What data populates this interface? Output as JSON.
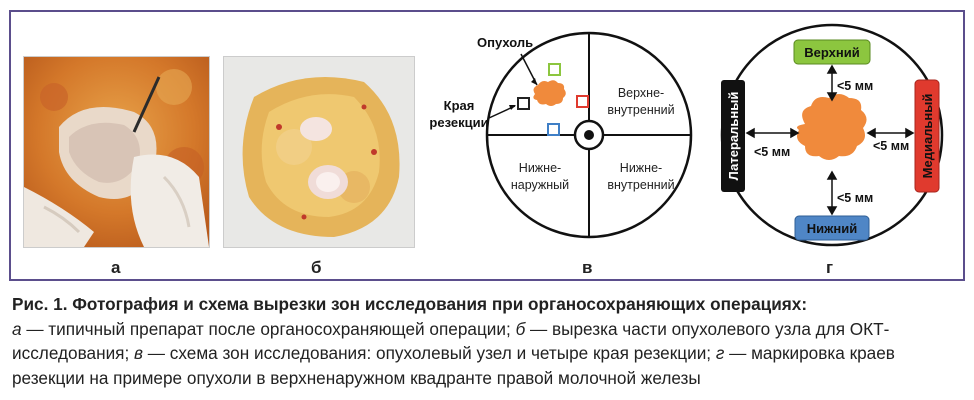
{
  "figure": {
    "panels": {
      "a": {
        "letter": "а"
      },
      "b": {
        "letter": "б"
      },
      "v": {
        "letter": "в",
        "tumor_label": "Опухоль",
        "margins_label_1": "Края",
        "margins_label_2": "резекции",
        "q_upper_inner_1": "Верхне-",
        "q_upper_inner_2": "внутренний",
        "q_lower_outer_1": "Нижне-",
        "q_lower_outer_2": "наружный",
        "q_lower_inner_1": "Нижне-",
        "q_lower_inner_2": "внутренний",
        "square_colors": {
          "top": "#8cc63f",
          "left": "#222222",
          "right": "#e03a2e",
          "bottom": "#3f7fc6"
        }
      },
      "g": {
        "letter": "г",
        "top_label": "Верхний",
        "bottom_label": "Нижний",
        "left_label": "Латеральный",
        "right_label": "Медиальный",
        "dist_top": "<5 мм",
        "dist_bottom": "<5 мм",
        "dist_left": "<5 мм",
        "dist_right": "<5 мм",
        "colors": {
          "top": "#8cc63f",
          "bottom": "#4f86c6",
          "left": "#111111",
          "right": "#e03a2e",
          "tumor": "#f08a3c"
        }
      }
    },
    "caption": {
      "title": "Рис. 1. Фотография и схема вырезки зон исследования при органосохраняющих операциях:",
      "a_letter": "а",
      "a_text": " — типичный препарат после органосохраняющей операции; ",
      "b_letter": "б",
      "b_text": " — вырезка части опухолевого узла для ОКТ-исследования; ",
      "v_letter": "в",
      "v_text": " — схема зон исследования: опухолевый узел и четыре края резекции; ",
      "g_letter": "г",
      "g_text": " — маркировка краев резекции на примере опухоли в верхненаружном квадранте правой молочной железы"
    }
  }
}
